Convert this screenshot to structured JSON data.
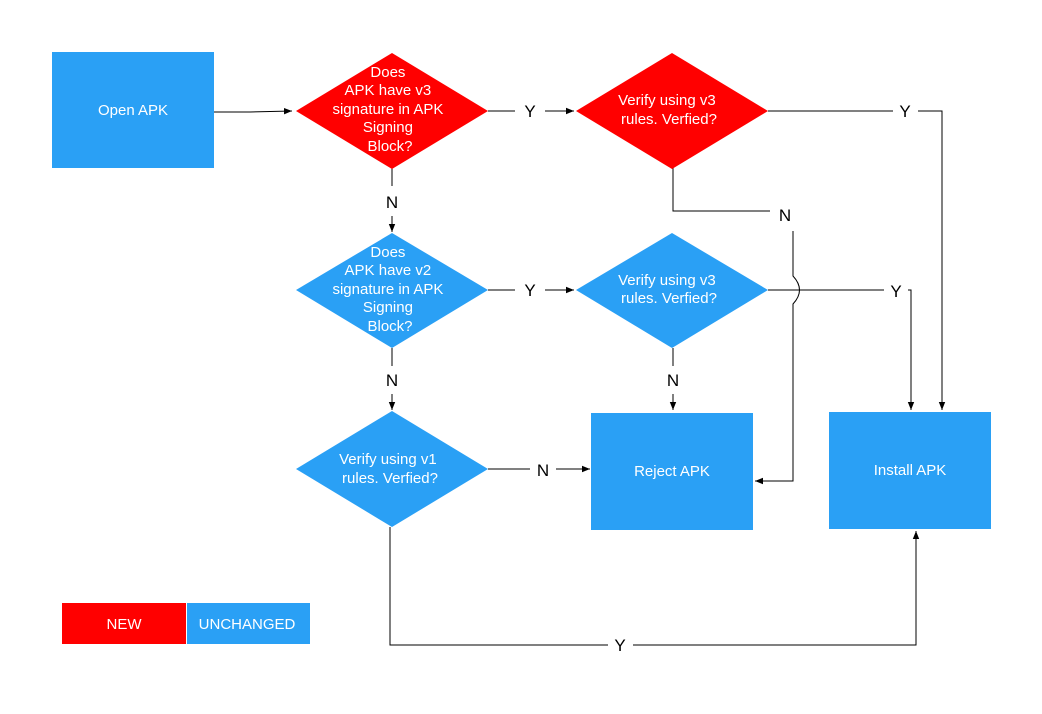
{
  "colors": {
    "new": "#ff0000",
    "unchanged": "#2aa0f5",
    "line": "#000000",
    "background": "#ffffff"
  },
  "nodes": {
    "open_apk": {
      "label": "Open APK"
    },
    "v3_check": {
      "lines": [
        "Does",
        "APK have v3",
        "signature in APK",
        "Signing",
        "Block?"
      ]
    },
    "v3_verify": {
      "lines": [
        "Verify using v3",
        "rules. Verfied?"
      ]
    },
    "v2_check": {
      "lines": [
        "Does",
        "APK have v2",
        "signature in APK",
        "Signing",
        "Block?"
      ]
    },
    "v2_verify": {
      "lines": [
        "Verify using v3",
        "rules. Verfied?"
      ]
    },
    "v1_verify": {
      "lines": [
        "Verify using v1",
        "rules. Verfied?"
      ]
    },
    "reject_apk": {
      "label": "Reject APK"
    },
    "install_apk": {
      "label": "Install APK"
    }
  },
  "edge_labels": {
    "v3_check_yes": "Y",
    "v3_verify_yes": "Y",
    "v3_check_no": "N",
    "v3_verify_no": "N",
    "v2_check_yes": "Y",
    "v2_verify_yes": "Y",
    "v2_check_no": "N",
    "v2_verify_no": "N",
    "v1_verify_no": "N",
    "v1_verify_yes": "Y"
  },
  "legend": {
    "new": "NEW",
    "unchanged": "UNCHANGED"
  }
}
